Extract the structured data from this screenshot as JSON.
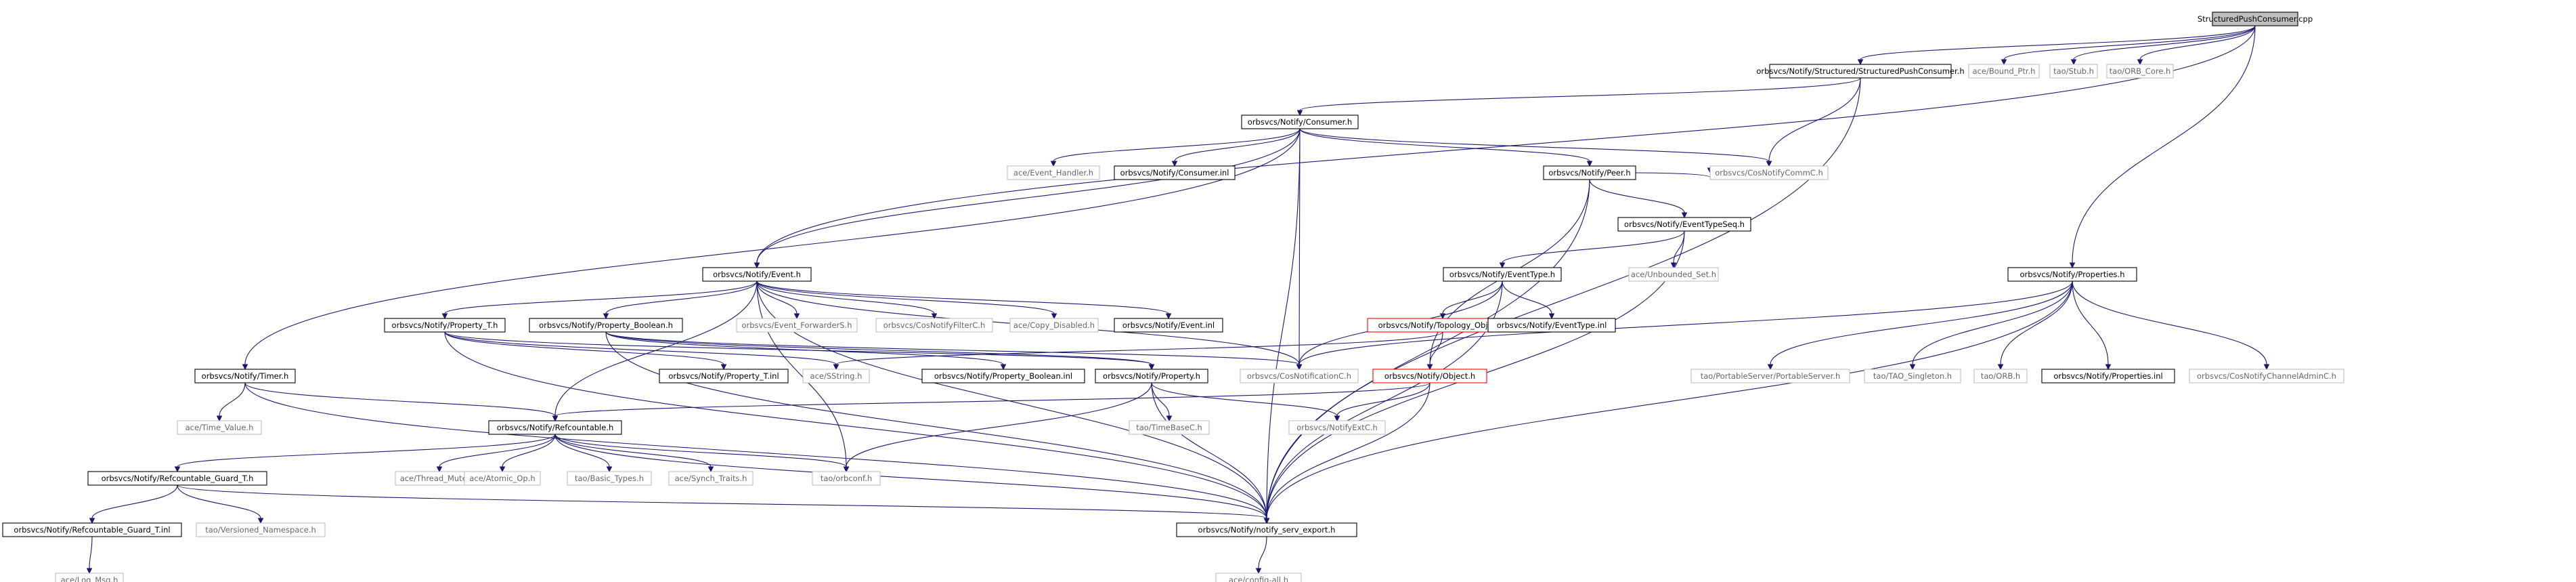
{
  "colors": {
    "edge": "#191970",
    "root_fill": "#bfbfbf",
    "root_border": "#000000",
    "file_border": "#000000",
    "external_border": "#bfbfbf",
    "truncated_border": "#ff0000",
    "file_text": "#000000",
    "external_text": "#666666"
  },
  "nodes": [
    {
      "id": "root",
      "label": "StructuredPushConsumer.cpp",
      "kind": "root"
    },
    {
      "id": "structured_push_consumer_h",
      "label": "orbsvcs/Notify/Structured/StructuredPushConsumer.h",
      "kind": "file"
    },
    {
      "id": "bound_ptr",
      "label": "ace/Bound_Ptr.h",
      "kind": "external"
    },
    {
      "id": "stub",
      "label": "tao/Stub.h",
      "kind": "external"
    },
    {
      "id": "orb_core",
      "label": "tao/ORB_Core.h",
      "kind": "external"
    },
    {
      "id": "consumer_h",
      "label": "orbsvcs/Notify/Consumer.h",
      "kind": "file"
    },
    {
      "id": "event_handler",
      "label": "ace/Event_Handler.h",
      "kind": "external"
    },
    {
      "id": "consumer_inl",
      "label": "orbsvcs/Notify/Consumer.inl",
      "kind": "file"
    },
    {
      "id": "peer_h",
      "label": "orbsvcs/Notify/Peer.h",
      "kind": "file"
    },
    {
      "id": "cos_notify_comm",
      "label": "orbsvcs/CosNotifyCommC.h",
      "kind": "external"
    },
    {
      "id": "event_type_seq",
      "label": "orbsvcs/Notify/EventTypeSeq.h",
      "kind": "file"
    },
    {
      "id": "unbounded_set",
      "label": "ace/Unbounded_Set.h",
      "kind": "external"
    },
    {
      "id": "event_h",
      "label": "orbsvcs/Notify/Event.h",
      "kind": "file"
    },
    {
      "id": "event_type_h",
      "label": "orbsvcs/Notify/EventType.h",
      "kind": "file"
    },
    {
      "id": "properties_h",
      "label": "orbsvcs/Notify/Properties.h",
      "kind": "file"
    },
    {
      "id": "property_t_h",
      "label": "orbsvcs/Notify/Property_T.h",
      "kind": "file"
    },
    {
      "id": "property_boolean_h",
      "label": "orbsvcs/Notify/Property_Boolean.h",
      "kind": "file"
    },
    {
      "id": "event_forwarder",
      "label": "orbsvcs/Event_ForwarderS.h",
      "kind": "external"
    },
    {
      "id": "cos_notify_filter",
      "label": "orbsvcs/CosNotifyFilterC.h",
      "kind": "external"
    },
    {
      "id": "copy_disabled",
      "label": "ace/Copy_Disabled.h",
      "kind": "external"
    },
    {
      "id": "event_inl",
      "label": "orbsvcs/Notify/Event.inl",
      "kind": "file"
    },
    {
      "id": "topology_object",
      "label": "orbsvcs/Notify/Topology_Object.h",
      "kind": "truncated"
    },
    {
      "id": "event_type_inl",
      "label": "orbsvcs/Notify/EventType.inl",
      "kind": "file"
    },
    {
      "id": "timer_h",
      "label": "orbsvcs/Notify/Timer.h",
      "kind": "file"
    },
    {
      "id": "property_t_inl",
      "label": "orbsvcs/Notify/Property_T.inl",
      "kind": "file"
    },
    {
      "id": "sstring",
      "label": "ace/SString.h",
      "kind": "external"
    },
    {
      "id": "property_boolean_inl",
      "label": "orbsvcs/Notify/Property_Boolean.inl",
      "kind": "file"
    },
    {
      "id": "property_h",
      "label": "orbsvcs/Notify/Property.h",
      "kind": "file"
    },
    {
      "id": "cos_notification",
      "label": "orbsvcs/CosNotificationC.h",
      "kind": "external"
    },
    {
      "id": "object_h",
      "label": "orbsvcs/Notify/Object.h",
      "kind": "truncated"
    },
    {
      "id": "portable_server",
      "label": "tao/PortableServer/PortableServer.h",
      "kind": "external"
    },
    {
      "id": "tao_singleton",
      "label": "tao/TAO_Singleton.h",
      "kind": "external"
    },
    {
      "id": "tao_orb",
      "label": "tao/ORB.h",
      "kind": "external"
    },
    {
      "id": "properties_inl",
      "label": "orbsvcs/Notify/Properties.inl",
      "kind": "file"
    },
    {
      "id": "cos_notify_channel_admin",
      "label": "orbsvcs/CosNotifyChannelAdminC.h",
      "kind": "external"
    },
    {
      "id": "time_value",
      "label": "ace/Time_Value.h",
      "kind": "external"
    },
    {
      "id": "refcountable_h",
      "label": "orbsvcs/Notify/Refcountable.h",
      "kind": "file"
    },
    {
      "id": "time_base",
      "label": "tao/TimeBaseC.h",
      "kind": "external"
    },
    {
      "id": "notify_ext",
      "label": "orbsvcs/NotifyExtC.h",
      "kind": "external"
    },
    {
      "id": "refcountable_guard_t_h",
      "label": "orbsvcs/Notify/Refcountable_Guard_T.h",
      "kind": "file"
    },
    {
      "id": "thread_mutex",
      "label": "ace/Thread_Mutex.h",
      "kind": "external"
    },
    {
      "id": "atomic_op",
      "label": "ace/Atomic_Op.h",
      "kind": "external"
    },
    {
      "id": "basic_types",
      "label": "tao/Basic_Types.h",
      "kind": "external"
    },
    {
      "id": "synch_traits",
      "label": "ace/Synch_Traits.h",
      "kind": "external"
    },
    {
      "id": "orbconf",
      "label": "tao/orbconf.h",
      "kind": "external"
    },
    {
      "id": "refcountable_guard_t_inl",
      "label": "orbsvcs/Notify/Refcountable_Guard_T.inl",
      "kind": "file"
    },
    {
      "id": "versioned_namespace",
      "label": "tao/Versioned_Namespace.h",
      "kind": "external"
    },
    {
      "id": "notify_serv_export",
      "label": "orbsvcs/Notify/notify_serv_export.h",
      "kind": "file"
    },
    {
      "id": "log_msg",
      "label": "ace/Log_Msg.h",
      "kind": "external"
    },
    {
      "id": "config_all",
      "label": "ace/config-all.h",
      "kind": "external"
    }
  ],
  "edges": [
    [
      "root",
      "structured_push_consumer_h"
    ],
    [
      "root",
      "bound_ptr"
    ],
    [
      "root",
      "stub"
    ],
    [
      "root",
      "orb_core"
    ],
    [
      "root",
      "event_h"
    ],
    [
      "root",
      "properties_h"
    ],
    [
      "structured_push_consumer_h",
      "consumer_h"
    ],
    [
      "structured_push_consumer_h",
      "cos_notify_comm"
    ],
    [
      "structured_push_consumer_h",
      "notify_serv_export"
    ],
    [
      "consumer_h",
      "event_handler"
    ],
    [
      "consumer_h",
      "consumer_inl"
    ],
    [
      "consumer_h",
      "peer_h"
    ],
    [
      "consumer_h",
      "cos_notify_comm"
    ],
    [
      "consumer_h",
      "event_h"
    ],
    [
      "consumer_h",
      "timer_h"
    ],
    [
      "consumer_h",
      "cos_notification"
    ],
    [
      "consumer_h",
      "notify_serv_export"
    ],
    [
      "peer_h",
      "event_type_seq"
    ],
    [
      "peer_h",
      "cos_notify_comm"
    ],
    [
      "peer_h",
      "object_h"
    ],
    [
      "peer_h",
      "notify_serv_export"
    ],
    [
      "event_type_seq",
      "unbounded_set"
    ],
    [
      "event_type_seq",
      "event_type_h"
    ],
    [
      "event_type_seq",
      "notify_serv_export"
    ],
    [
      "event_type_h",
      "topology_object"
    ],
    [
      "event_type_h",
      "event_type_inl"
    ],
    [
      "event_type_h",
      "cos_notification"
    ],
    [
      "event_type_h",
      "notify_serv_export"
    ],
    [
      "topology_object",
      "object_h"
    ],
    [
      "topology_object",
      "sstring"
    ],
    [
      "object_h",
      "notify_ext"
    ],
    [
      "object_h",
      "refcountable_h"
    ],
    [
      "object_h",
      "notify_serv_export"
    ],
    [
      "event_h",
      "property_t_h"
    ],
    [
      "event_h",
      "property_boolean_h"
    ],
    [
      "event_h",
      "event_forwarder"
    ],
    [
      "event_h",
      "cos_notify_filter"
    ],
    [
      "event_h",
      "copy_disabled"
    ],
    [
      "event_h",
      "event_inl"
    ],
    [
      "event_h",
      "cos_notification"
    ],
    [
      "event_h",
      "refcountable_h"
    ],
    [
      "event_h",
      "notify_serv_export"
    ],
    [
      "event_h",
      "orbconf"
    ],
    [
      "property_t_h",
      "property_t_inl"
    ],
    [
      "property_t_h",
      "sstring"
    ],
    [
      "property_t_h",
      "property_h"
    ],
    [
      "property_t_h",
      "notify_serv_export"
    ],
    [
      "property_boolean_h",
      "property_boolean_inl"
    ],
    [
      "property_boolean_h",
      "property_h"
    ],
    [
      "property_boolean_h",
      "cos_notification"
    ],
    [
      "property_boolean_h",
      "notify_serv_export"
    ],
    [
      "property_h",
      "time_base"
    ],
    [
      "property_h",
      "notify_ext"
    ],
    [
      "property_h",
      "orbconf"
    ],
    [
      "property_h",
      "notify_serv_export"
    ],
    [
      "properties_h",
      "cos_notification"
    ],
    [
      "properties_h",
      "portable_server"
    ],
    [
      "properties_h",
      "tao_singleton"
    ],
    [
      "properties_h",
      "tao_orb"
    ],
    [
      "properties_h",
      "properties_inl"
    ],
    [
      "properties_h",
      "cos_notify_channel_admin"
    ],
    [
      "properties_h",
      "notify_serv_export"
    ],
    [
      "timer_h",
      "time_value"
    ],
    [
      "timer_h",
      "refcountable_h"
    ],
    [
      "timer_h",
      "notify_serv_export"
    ],
    [
      "refcountable_h",
      "refcountable_guard_t_h"
    ],
    [
      "refcountable_h",
      "thread_mutex"
    ],
    [
      "refcountable_h",
      "atomic_op"
    ],
    [
      "refcountable_h",
      "basic_types"
    ],
    [
      "refcountable_h",
      "synch_traits"
    ],
    [
      "refcountable_h",
      "orbconf"
    ],
    [
      "refcountable_h",
      "notify_serv_export"
    ],
    [
      "refcountable_guard_t_h",
      "refcountable_guard_t_inl"
    ],
    [
      "refcountable_guard_t_h",
      "versioned_namespace"
    ],
    [
      "refcountable_guard_t_h",
      "notify_serv_export"
    ],
    [
      "refcountable_guard_t_inl",
      "log_msg"
    ],
    [
      "notify_serv_export",
      "config_all"
    ]
  ]
}
